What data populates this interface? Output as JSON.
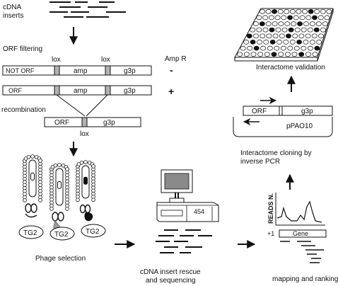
{
  "labels": {
    "cdna_inserts_line1": "cDNA",
    "cdna_inserts_line2": "inserts",
    "orf_filtering": "ORF filtering",
    "recombination": "recombination",
    "phage_selection": "Phage selection",
    "rescue_line1": "cDNA insert rescue",
    "rescue_line2": "and sequencing",
    "mapping_ranking": "mapping and ranking",
    "cloning_line1": "Interactome cloning by",
    "cloning_line2": "inverse PCR",
    "validation": "Interactome validation"
  },
  "constructs": {
    "lox": "lox",
    "amp_r": "Amp R",
    "not_orf": "NOT ORF",
    "orf": "ORF",
    "amp": "amp",
    "g3p": "g3p",
    "minus": "-",
    "plus": "+"
  },
  "phage": {
    "target": "TG2"
  },
  "sequencer": {
    "model": "454"
  },
  "mapping": {
    "ylabel": "READS N.",
    "gene": "Gene",
    "start": "+1"
  },
  "plasmid": {
    "name": "pPAO10",
    "orf": "ORF",
    "g3p": "g3p"
  },
  "colors": {
    "ink": "#111111",
    "lox": "#b3b3b3",
    "tail": "#9a9a9a",
    "screen": "#8a8a8a"
  },
  "icons": [
    "arrow-down-icon",
    "arrow-right-icon",
    "arrow-up-icon",
    "phage-icon",
    "sequencer-icon",
    "microplate-icon",
    "read-alignment-icon"
  ]
}
